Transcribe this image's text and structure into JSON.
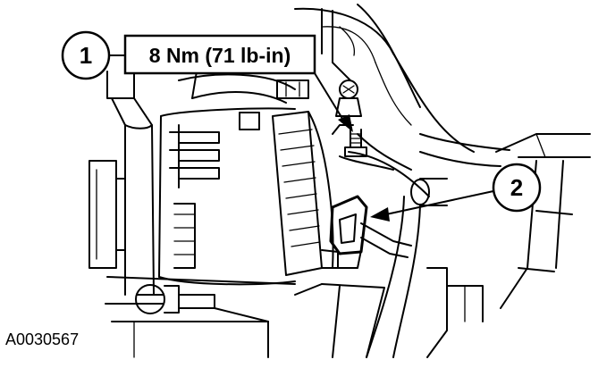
{
  "callouts": [
    {
      "number": "1",
      "label": "8 Nm (71 lb-in)"
    },
    {
      "number": "2"
    }
  ],
  "figure_id": "A0030567",
  "colors": {
    "ink": "#000000",
    "paper": "#ffffff"
  }
}
